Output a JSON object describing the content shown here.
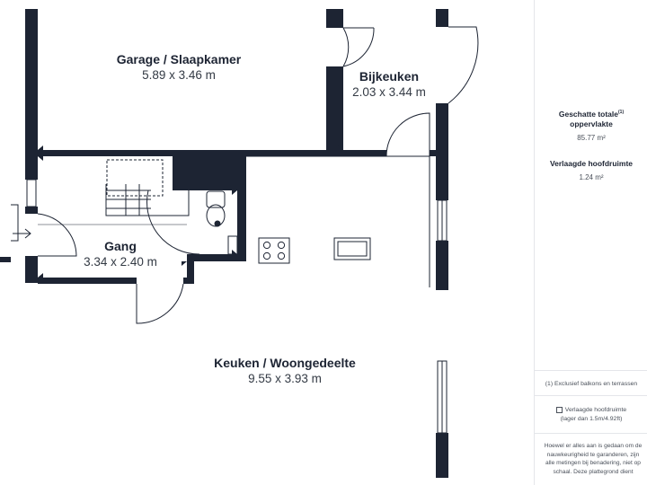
{
  "rooms": {
    "garage": {
      "name": "Garage / Slaapkamer",
      "dims": "5.89 x 3.46 m"
    },
    "bijkeuken": {
      "name": "Bijkeuken",
      "dims": "2.03 x 3.44 m"
    },
    "gang": {
      "name": "Gang",
      "dims": "3.34 x 2.40 m"
    },
    "keuken": {
      "name": "Keuken / Woongedeelte",
      "dims": "9.55 x 3.93 m"
    }
  },
  "panel": {
    "area_title_line1": "Geschatte totale",
    "area_sup": "(1)",
    "area_title_line2": "oppervlakte",
    "area_value": "85.77 m²",
    "low_title": "Verlaagde hoofdruimte",
    "low_value": "1.24 m²",
    "footnote": "(1) Exclusief balkons en terrassen",
    "legend_icon": "checkbox-icon",
    "legend_line1": "Verlaagde hoofdruimte",
    "legend_line2": "(lager dan 1.5m/4.92ft)",
    "disclaimer": "Hoewel er alles aan is gedaan om de nauwkeurigheid te garanderen, zijn alle metingen bij benadering, niet op schaal. Deze plattegrond dient"
  },
  "colors": {
    "wall": "#1d2433",
    "line": "#1d2433",
    "panel_border": "#e4e6ea"
  }
}
